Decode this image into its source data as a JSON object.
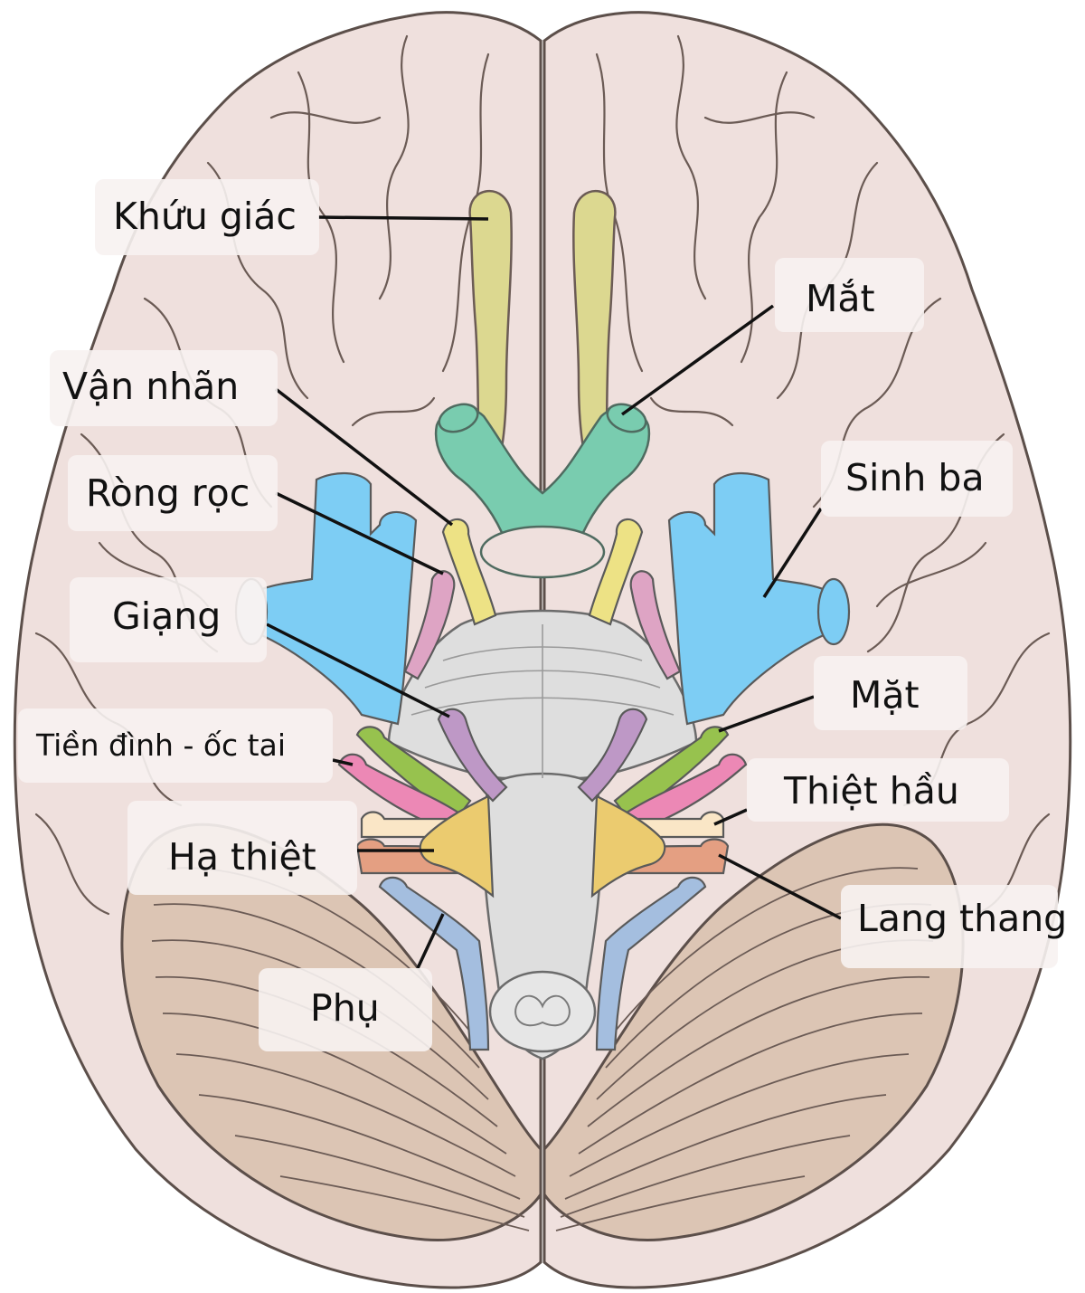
{
  "labels": {
    "olfactory": "Khứu giác",
    "optic": "Mắt",
    "oculomotor": "Vận nhãn",
    "trochlear": "Ròng rọc",
    "trigeminal": "Sinh ba",
    "abducens": "Giạng",
    "facial": "Mặt",
    "vestibulocochlear": "Tiền đình - ốc tai",
    "glossopharyngeal": "Thiệt hầu",
    "hypoglossal": "Hạ thiệt",
    "vagus": "Lang thang",
    "accessory": "Phụ"
  },
  "colors": {
    "cerebrum": "#efe0dd",
    "outline": "#5c4f4a",
    "cerebellum": "#dcc5b4",
    "brainstem": "#dedede",
    "olfactory": "#dcd890",
    "optic": "#79ccaf",
    "oculomotor": "#ede285",
    "trochlear": "#dea4c4",
    "trigeminal": "#7dcdf4",
    "abducens": "#be98c6",
    "facial": "#97c24e",
    "vestibulocochlear": "#ec88b5",
    "glossopharyngeal": "#fae6c6",
    "vagus": "#e49f82",
    "accessory": "#a4bedf",
    "hypoglossal": "#ebcb6f",
    "label_box": "#f7f2f1"
  }
}
